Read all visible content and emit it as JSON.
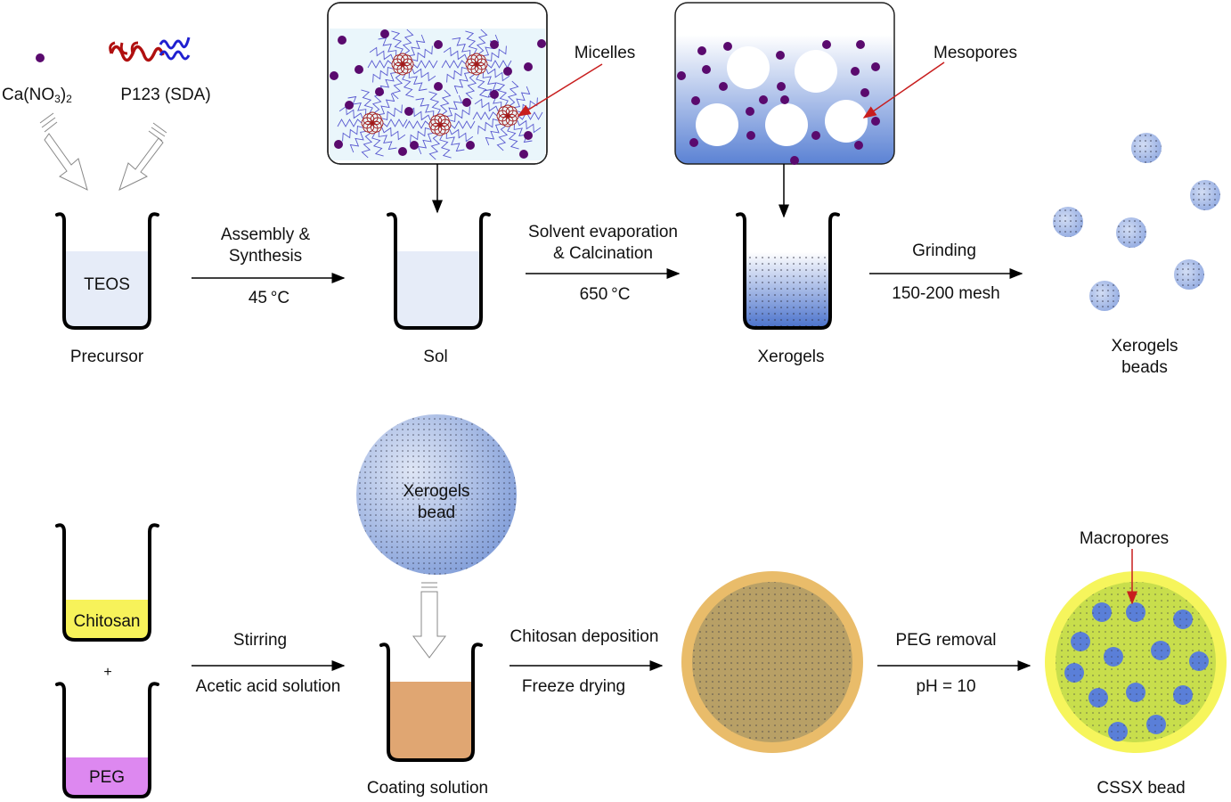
{
  "figure": {
    "top_row": {
      "reagents": {
        "calcium_nitrate": {
          "prefix": "Ca(NO",
          "sub1": "3",
          "mid": ")",
          "sub2": "2"
        },
        "p123": "P123 (SDA)"
      },
      "precursor": {
        "beaker_text": "TEOS",
        "caption": "Precursor"
      },
      "step1": {
        "top": "Assembly &",
        "top2": "Synthesis",
        "bottom": "45 °C"
      },
      "sol": {
        "caption": "Sol",
        "inset_label": "Micelles"
      },
      "step2": {
        "top": "Solvent evaporation",
        "top2": "& Calcination",
        "bottom": "650 °C"
      },
      "xerogels": {
        "caption": "Xerogels",
        "inset_label": "Mesopores"
      },
      "step3": {
        "top": "Grinding",
        "bottom": "150-200 mesh"
      },
      "beads": {
        "caption1": "Xerogels",
        "caption2": "beads",
        "count": 6
      }
    },
    "bottom_row": {
      "chitosan": {
        "beaker_text": "Chitosan"
      },
      "plus": "+",
      "peg": {
        "beaker_text": "PEG"
      },
      "step4": {
        "top": "Stirring",
        "bottom": "Acetic acid solution"
      },
      "xerogel_bead": {
        "line1": "Xerogels",
        "line2": "bead"
      },
      "coating": {
        "caption": "Coating solution"
      },
      "step5": {
        "top": "Chitosan deposition",
        "bottom": "Freeze drying"
      },
      "step6": {
        "top": "PEG removal",
        "bottom": "pH = 10"
      },
      "cssx": {
        "caption": "CSSX bead",
        "pointer_label": "Macropores",
        "macropore_count": 13
      }
    },
    "colors": {
      "calcium_dot": "#5a0a6e",
      "p123_hydrophobic": "#b01010",
      "p123_hydrophilic": "#2020d0",
      "teos_fill": "#e6ecf8",
      "chitosan_fill": "#f7f25a",
      "peg_fill": "#dd88f0",
      "coating_fill": "#e0a672",
      "xerogel_blue": "#5b82d4",
      "pointer_red": "#c81e1e",
      "coated_bead_outer": "#e9bc6a",
      "coated_bead_inner": "#b8a066",
      "cssx_outer": "#f6f55c",
      "cssx_inner": "#c8de4c",
      "macropore": "#5a7fd8"
    }
  }
}
